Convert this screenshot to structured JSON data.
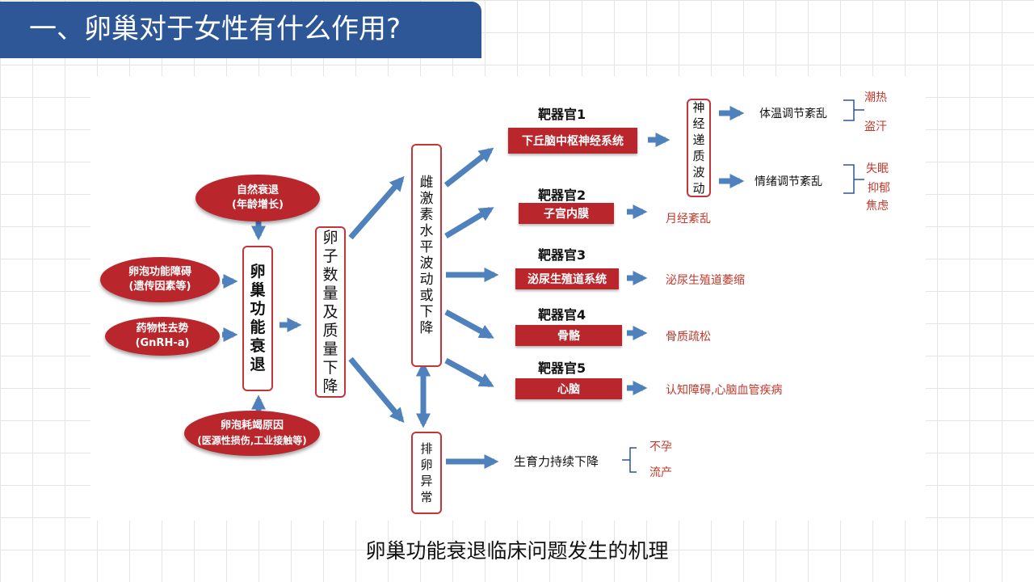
{
  "header": {
    "title": "一、卵巢对于女性有什么作用?"
  },
  "caption": "卵巢功能衰退临床问题发生的机理",
  "diagram": {
    "causes": {
      "natural": [
        "自然衰退",
        "(年龄增长)"
      ],
      "follicle_dysfunction": [
        "卵泡功能障碍",
        "(遗传因素等)"
      ],
      "drug": [
        "药物性去势",
        "(GnRH-a)"
      ],
      "depletion": [
        "卵泡耗竭原因",
        "(医源性损伤,工业接触等)"
      ]
    },
    "decline": "卵巢功能衰退",
    "egg_decline": "卵子数量及质量下降",
    "hormone": "雌激素水平波动或下降",
    "ovulation": "排卵异常",
    "neuro": "神经递质波动",
    "organs": [
      {
        "label": "靶器官1",
        "name": "下丘脑中枢神经系统"
      },
      {
        "label": "靶器官2",
        "name": "子宫内膜",
        "result": "月经紊乱"
      },
      {
        "label": "靶器官3",
        "name": "泌尿生殖道系统",
        "result": "泌尿生殖道萎缩"
      },
      {
        "label": "靶器官4",
        "name": "骨骼",
        "result": "骨质疏松"
      },
      {
        "label": "靶器官5",
        "name": "心脑",
        "result": "认知障碍,心脑血管疾病"
      }
    ],
    "thermo": {
      "label": "体温调节紊乱",
      "items": [
        "潮热",
        "盗汗"
      ]
    },
    "mood": {
      "label": "情绪调节紊乱",
      "items": [
        "失眠",
        "抑郁",
        "焦虑"
      ]
    },
    "fertility": {
      "label": "生育力持续下降",
      "items": [
        "不孕",
        "流产"
      ]
    }
  },
  "colors": {
    "accent": "#2d5797",
    "red": "#b9262c",
    "arrow": "#4f81bd"
  }
}
